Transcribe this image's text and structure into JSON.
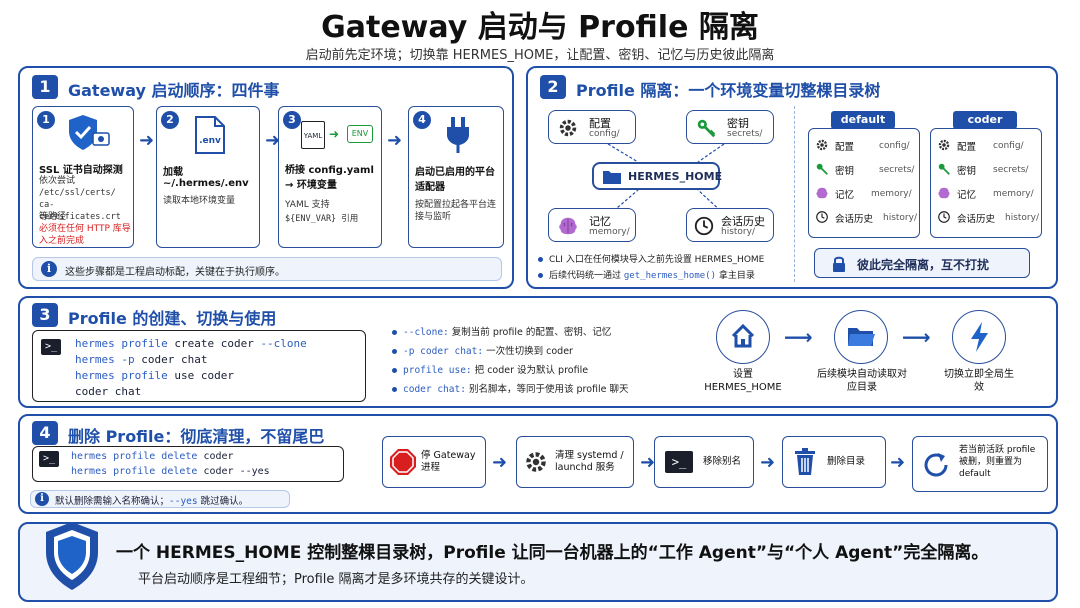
{
  "header": {
    "title": "Gateway 启动与 Profile 隔离",
    "subtitle": "启动前先定环境；切换靠 HERMES_HOME，让配置、密钥、记忆与历史彼此隔离"
  },
  "colors": {
    "accent": "#1f4fa8",
    "danger": "#d81e1e",
    "code": "#2c5dbf"
  },
  "section1": {
    "num": "1",
    "title": "Gateway 启动顺序：四件事",
    "steps": [
      {
        "num": "1",
        "icon": "shield-certificate-icon",
        "title": "SSL 证书自动探测",
        "line1": "依次尝试",
        "paths": "/etc/ssl/certs/ ca-certificates.crt",
        "line2": "等路径",
        "warn": "必须在任何 HTTP 库导入之前完成"
      },
      {
        "num": "2",
        "icon": "env-file-icon",
        "title": "加载 ~/.hermes/.env",
        "desc": "读取本地环境变量"
      },
      {
        "num": "3",
        "icon": "yaml-to-env-icon",
        "title": "桥接 config.yaml → 环境变量",
        "desc_a": "YAML 支持",
        "desc_b": "${ENV_VAR} 引用",
        "yaml_tag": "YAML",
        "env_tag": "ENV"
      },
      {
        "num": "4",
        "icon": "plug-icon",
        "title": "启动已启用的平台适配器",
        "desc": "按配置拉起各平台连接与监听"
      }
    ],
    "note": "这些步骤都是工程启动标配，关键在于执行顺序。"
  },
  "section2": {
    "num": "2",
    "title": "Profile 隔离：一个环境变量切整棵目录树",
    "hub": "HERMES_HOME",
    "nodes": [
      {
        "icon": "gear-icon",
        "label": "配置",
        "sub": "config/"
      },
      {
        "icon": "key-icon",
        "label": "密钥",
        "sub": "secrets/"
      },
      {
        "icon": "brain-icon",
        "label": "记忆",
        "sub": "memory/"
      },
      {
        "icon": "history-clock-icon",
        "label": "会话历史",
        "sub": "history/"
      }
    ],
    "bullet1": "CLI 入口在任何模块导入之前先设置 HERMES_HOME",
    "bullet2_a": "后续代码统一通过",
    "bullet2_code": "get_hermes_home()",
    "bullet2_b": "拿主目录",
    "profiles": [
      {
        "name": "default",
        "rows": [
          {
            "label": "配置",
            "sub": "config/"
          },
          {
            "label": "密钥",
            "sub": "secrets/"
          },
          {
            "label": "记忆",
            "sub": "memory/"
          },
          {
            "label": "会话历史",
            "sub": "history/"
          }
        ]
      },
      {
        "name": "coder",
        "rows": [
          {
            "label": "配置",
            "sub": "config/"
          },
          {
            "label": "密钥",
            "sub": "secrets/"
          },
          {
            "label": "记忆",
            "sub": "memory/"
          },
          {
            "label": "会话历史",
            "sub": "history/"
          }
        ]
      }
    ],
    "isolation": "彼此完全隔离，互不打扰"
  },
  "section3": {
    "num": "3",
    "title": "Profile 的创建、切换与使用",
    "commands": [
      {
        "kw": "hermes profile",
        "rest": " create coder ",
        "flag": "--clone"
      },
      {
        "kw": "hermes -p",
        "rest": " coder chat",
        "flag": ""
      },
      {
        "kw": "hermes profile",
        "rest": " use coder",
        "flag": ""
      },
      {
        "kw": "",
        "rest": "coder chat",
        "flag": ""
      }
    ],
    "bullets": [
      {
        "code": "--clone:",
        "text": "复制当前 profile 的配置、密钥、记忆"
      },
      {
        "code": "-p coder chat:",
        "text": "一次性切换到 coder"
      },
      {
        "code": "profile use:",
        "text": "把 coder 设为默认 profile"
      },
      {
        "code": "coder chat:",
        "text": "别名脚本，等同于使用该 profile 聊天"
      }
    ],
    "flow": [
      {
        "icon": "home-icon",
        "label": "设置 HERMES_HOME"
      },
      {
        "icon": "folder-open-icon",
        "label": "后续模块自动读取对应目录"
      },
      {
        "icon": "lightning-icon",
        "label": "切换立即全局生效"
      }
    ]
  },
  "section4": {
    "num": "4",
    "title": "删除 Profile：彻底清理，不留尾巴",
    "commands": [
      {
        "kw": "hermes profile delete",
        "rest": " coder"
      },
      {
        "kw": "hermes profile delete",
        "rest": " coder --yes"
      }
    ],
    "note_a": "默认删除需输入名称确认；",
    "note_code": "--yes",
    "note_b": "跳过确认。",
    "steps": [
      {
        "icon": "stop-icon",
        "label": "停 Gateway 进程"
      },
      {
        "icon": "gear-icon",
        "label": "清理 systemd / launchd 服务"
      },
      {
        "icon": "terminal-icon",
        "label": "移除别名"
      },
      {
        "icon": "trash-icon",
        "label": "删除目录"
      },
      {
        "icon": "refresh-icon",
        "label": "若当前活跃 profile 被删，则重置为 default"
      }
    ]
  },
  "footer": {
    "headline": "一个 HERMES_HOME 控制整棵目录树，Profile 让同一台机器上的“工作 Agent”与“个人 Agent”完全隔离。",
    "sub": "平台启动顺序是工程细节；Profile 隔离才是多环境共存的关键设计。"
  }
}
